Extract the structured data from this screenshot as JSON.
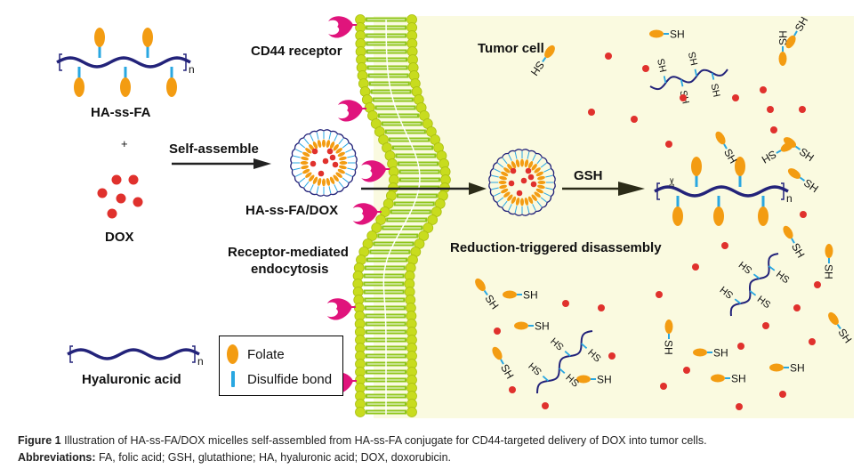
{
  "labels": {
    "ha_ss_fa": "HA-ss-FA",
    "plus": "+",
    "dox": "DOX",
    "self_assemble": "Self-assemble",
    "micelle": "HA-ss-FA/DOX",
    "cd44": "CD44 receptor",
    "receptor_mediated_1": "Receptor-mediated",
    "receptor_mediated_2": "endocytosis",
    "tumor_cell": "Tumor cell",
    "gsh": "GSH",
    "reduction": "Reduction-triggered disassembly",
    "hyaluronic": "Hyaluronic acid",
    "n": "n",
    "sh": "SH",
    "hs": "HS"
  },
  "legend": {
    "folate": "Folate",
    "disulfide": "Disulfide bond"
  },
  "caption": {
    "fig_label": "Figure 1",
    "fig_text": " Illustration of HA-ss-FA/DOX micelles self-assembled from HA-ss-FA conjugate for CD44-targeted delivery of DOX into tumor cells.",
    "abbr_label": "Abbreviations:",
    "abbr_text": " FA, folic acid; GSH, glutathione; HA, hyaluronic acid; DOX, doxorubicin."
  },
  "colors": {
    "backbone": "#23237a",
    "folate": "#f39c12",
    "disulfide": "#29a7e1",
    "dox": "#e0312d",
    "receptor": "#e0147c",
    "lipid_head": "#c8dc1e",
    "lipid_tail": "#8fc61a",
    "cell_bg": "#fafae0"
  }
}
